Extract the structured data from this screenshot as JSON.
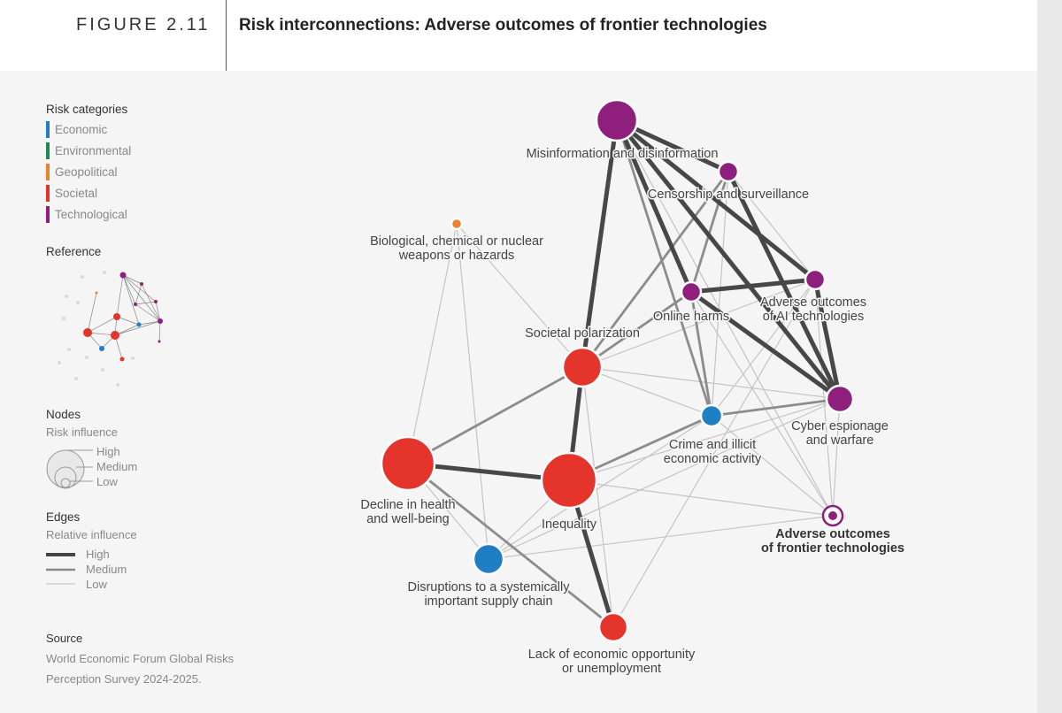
{
  "header": {
    "figure_number": "FIGURE 2.11",
    "title": "Risk interconnections: Adverse outcomes of frontier technologies"
  },
  "legend": {
    "categories_title": "Risk categories",
    "categories": [
      {
        "label": "Economic",
        "color": "#1f7fc4"
      },
      {
        "label": "Environmental",
        "color": "#1e8a4f"
      },
      {
        "label": "Geopolitical",
        "color": "#e8842c"
      },
      {
        "label": "Societal",
        "color": "#e5342b"
      },
      {
        "label": "Technological",
        "color": "#8e1f7c"
      }
    ],
    "reference_title": "Reference",
    "nodes_title": "Nodes",
    "nodes_subtitle": "Risk influence",
    "node_levels": [
      "High",
      "Medium",
      "Low"
    ],
    "edges_title": "Edges",
    "edges_subtitle": "Relative influence",
    "edge_levels": [
      "High",
      "Medium",
      "Low"
    ]
  },
  "source": {
    "title": "Source",
    "line1": "World Economic Forum Global Risks",
    "line2": "Perception Survey 2024-2025."
  },
  "graph": {
    "focus_node": "frontier",
    "nodes": [
      {
        "id": "misinfo",
        "label": [
          "Misinformation and disinformation"
        ],
        "category": "Technological",
        "influence": "high"
      },
      {
        "id": "censorship",
        "label": [
          "Censorship and surveillance"
        ],
        "category": "Technological",
        "influence": "low"
      },
      {
        "id": "bio",
        "label": [
          "Biological, chemical or nuclear",
          "weapons or hazards"
        ],
        "category": "Geopolitical",
        "influence": "low"
      },
      {
        "id": "online",
        "label": [
          "Online harms"
        ],
        "category": "Technological",
        "influence": "low"
      },
      {
        "id": "ai",
        "label": [
          "Adverse outcomes",
          "of AI technologies"
        ],
        "category": "Technological",
        "influence": "low"
      },
      {
        "id": "polar",
        "label": [
          "Societal polarization"
        ],
        "category": "Societal",
        "influence": "high"
      },
      {
        "id": "crime",
        "label": [
          "Crime and illicit",
          "economic activity"
        ],
        "category": "Economic",
        "influence": "low"
      },
      {
        "id": "cyber",
        "label": [
          "Cyber espionage",
          "and warfare"
        ],
        "category": "Technological",
        "influence": "medium"
      },
      {
        "id": "health",
        "label": [
          "Decline in health",
          "and well-being"
        ],
        "category": "Societal",
        "influence": "high"
      },
      {
        "id": "inequality",
        "label": [
          "Inequality"
        ],
        "category": "Societal",
        "influence": "high"
      },
      {
        "id": "frontier",
        "label": [
          "Adverse outcomes",
          "of frontier technologies"
        ],
        "category": "Technological",
        "influence": "low"
      },
      {
        "id": "supply",
        "label": [
          "Disruptions to a systemically",
          "important supply chain"
        ],
        "category": "Economic",
        "influence": "medium"
      },
      {
        "id": "lack",
        "label": [
          "Lack of economic opportunity",
          "or unemployment"
        ],
        "category": "Societal",
        "influence": "medium"
      }
    ],
    "edges": [
      [
        "misinfo",
        "polar",
        "high"
      ],
      [
        "misinfo",
        "censorship",
        "high"
      ],
      [
        "misinfo",
        "online",
        "high"
      ],
      [
        "misinfo",
        "ai",
        "high"
      ],
      [
        "misinfo",
        "cyber",
        "high"
      ],
      [
        "misinfo",
        "crime",
        "medium"
      ],
      [
        "misinfo",
        "frontier",
        "low"
      ],
      [
        "censorship",
        "cyber",
        "high"
      ],
      [
        "censorship",
        "online",
        "medium"
      ],
      [
        "censorship",
        "polar",
        "medium"
      ],
      [
        "censorship",
        "ai",
        "low"
      ],
      [
        "censorship",
        "crime",
        "low"
      ],
      [
        "online",
        "ai",
        "high"
      ],
      [
        "online",
        "cyber",
        "high"
      ],
      [
        "online",
        "polar",
        "medium"
      ],
      [
        "online",
        "crime",
        "medium"
      ],
      [
        "online",
        "frontier",
        "low"
      ],
      [
        "ai",
        "cyber",
        "high"
      ],
      [
        "ai",
        "polar",
        "low"
      ],
      [
        "ai",
        "crime",
        "low"
      ],
      [
        "ai",
        "frontier",
        "low"
      ],
      [
        "ai",
        "lack",
        "low"
      ],
      [
        "polar",
        "health",
        "medium"
      ],
      [
        "polar",
        "inequality",
        "high"
      ],
      [
        "polar",
        "crime",
        "low"
      ],
      [
        "polar",
        "cyber",
        "low"
      ],
      [
        "polar",
        "lack",
        "low"
      ],
      [
        "polar",
        "bio",
        "low"
      ],
      [
        "crime",
        "cyber",
        "medium"
      ],
      [
        "crime",
        "inequality",
        "medium"
      ],
      [
        "crime",
        "supply",
        "low"
      ],
      [
        "crime",
        "frontier",
        "low"
      ],
      [
        "cyber",
        "frontier",
        "low"
      ],
      [
        "cyber",
        "inequality",
        "low"
      ],
      [
        "cyber",
        "supply",
        "low"
      ],
      [
        "health",
        "inequality",
        "high"
      ],
      [
        "health",
        "lack",
        "medium"
      ],
      [
        "health",
        "supply",
        "low"
      ],
      [
        "health",
        "bio",
        "low"
      ],
      [
        "inequality",
        "lack",
        "high"
      ],
      [
        "inequality",
        "supply",
        "low"
      ],
      [
        "inequality",
        "frontier",
        "low"
      ],
      [
        "supply",
        "frontier",
        "low"
      ],
      [
        "supply",
        "bio",
        "low"
      ]
    ]
  }
}
